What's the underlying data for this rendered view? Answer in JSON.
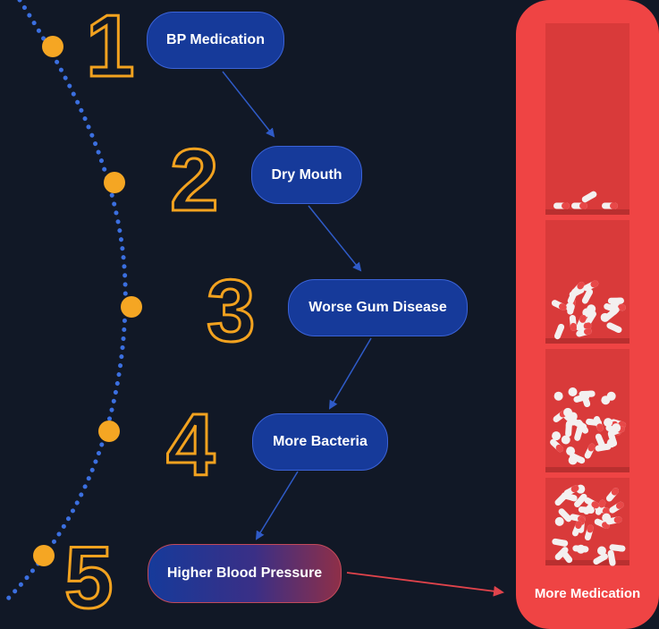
{
  "steps": [
    {
      "number": "1",
      "label": "BP Medication"
    },
    {
      "number": "2",
      "label": "Dry Mouth"
    },
    {
      "number": "3",
      "label": "Worse Gum Disease"
    },
    {
      "number": "4",
      "label": "More Bacteria"
    },
    {
      "number": "5",
      "label": "Higher Blood Pressure"
    }
  ],
  "outcome": {
    "label": "More Medication"
  },
  "colors": {
    "background": "#111826",
    "pill_fill": "#163a9a",
    "number_outline": "#f2a21f",
    "dot_orange": "#f5a623",
    "dotted_curve": "#3b6fe0",
    "pillbox_red": "#ef4444",
    "arrow_red": "#e0434b"
  },
  "icons": [
    "pill-capsule-icon",
    "pill-tablet-icon"
  ]
}
